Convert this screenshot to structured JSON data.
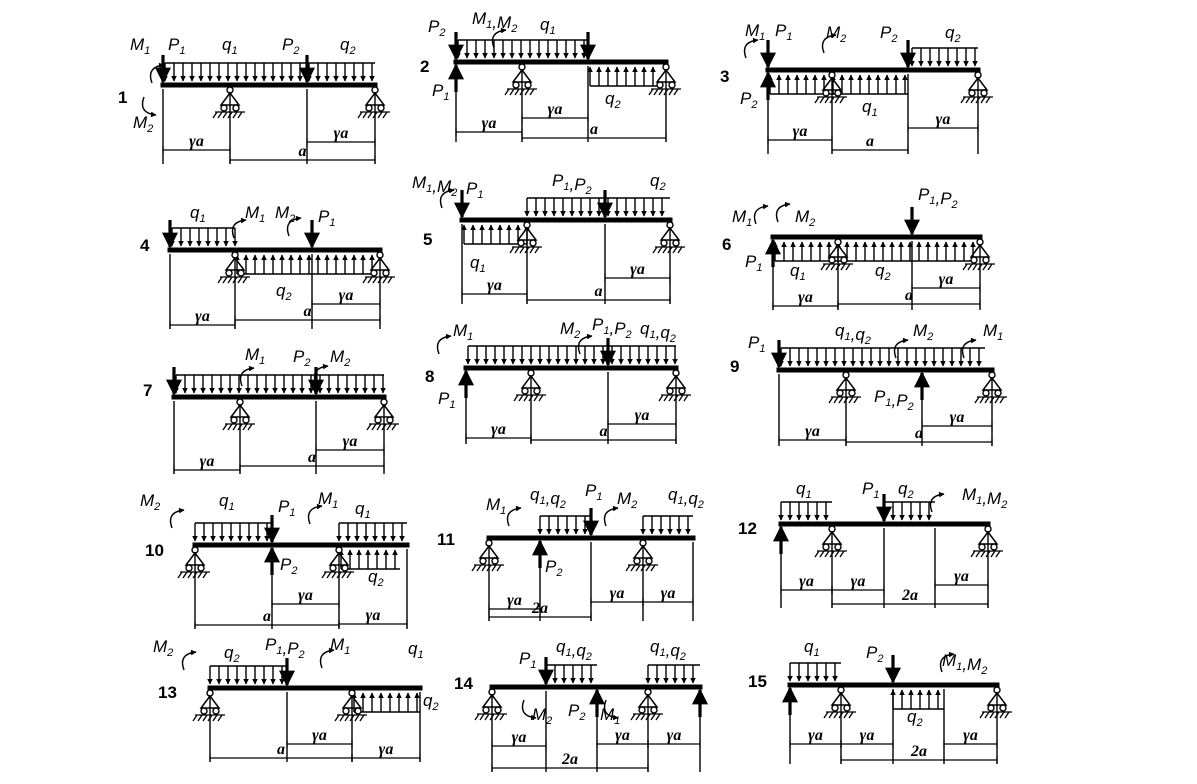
{
  "schemes": [
    {
      "number": "1",
      "loads_top": [
        "M1",
        "P1",
        "q1",
        "P2",
        "q2"
      ],
      "loads_bottom": [
        "M2"
      ],
      "spans": [
        "γa",
        "a",
        "γa"
      ]
    },
    {
      "number": "2",
      "loads_top": [
        "P2",
        "M1,M2",
        "q1"
      ],
      "loads_bottom": [
        "P1",
        "q2"
      ],
      "spans": [
        "γa",
        "γa",
        "a"
      ]
    },
    {
      "number": "3",
      "loads_top": [
        "M1",
        "P1",
        "M2",
        "P2",
        "q2"
      ],
      "loads_bottom": [
        "P2",
        "q1"
      ],
      "spans": [
        "γa",
        "a",
        "γa"
      ]
    },
    {
      "number": "4",
      "loads_top": [
        "q1",
        "M1",
        "M2",
        "P1"
      ],
      "loads_bottom": [
        "q2"
      ],
      "spans": [
        "γa",
        "a",
        "γa"
      ]
    },
    {
      "number": "5",
      "loads_top": [
        "M1,M2",
        "P1",
        "P1,P2",
        "q2"
      ],
      "loads_bottom": [
        "q1"
      ],
      "spans": [
        "γa",
        "a",
        "γa"
      ]
    },
    {
      "number": "6",
      "loads_top": [
        "M1",
        "M2",
        "P1,P2"
      ],
      "loads_bottom": [
        "P1",
        "q1",
        "q2"
      ],
      "spans": [
        "γa",
        "a",
        "γa"
      ]
    },
    {
      "number": "7",
      "loads_top": [
        "M1",
        "P2",
        "M2"
      ],
      "loads_bottom": [],
      "spans": [
        "γa",
        "a",
        "γa"
      ]
    },
    {
      "number": "8",
      "loads_top": [
        "M1",
        "M2",
        "P1,P2",
        "q1,q2"
      ],
      "loads_bottom": [
        "P1"
      ],
      "spans": [
        "γa",
        "a",
        "γa"
      ]
    },
    {
      "number": "9",
      "loads_top": [
        "P1",
        "q1,q2",
        "M2",
        "M1"
      ],
      "loads_bottom": [
        "P1,P2"
      ],
      "spans": [
        "γa",
        "a",
        "γa"
      ]
    },
    {
      "number": "10",
      "loads_top": [
        "M2",
        "q1",
        "P1",
        "M1",
        "q1"
      ],
      "loads_bottom": [
        "P2",
        "q2"
      ],
      "spans": [
        "a",
        "γa",
        "γa"
      ]
    },
    {
      "number": "11",
      "loads_top": [
        "M1",
        "q1,q2",
        "P1",
        "M2",
        "q1,q2"
      ],
      "loads_bottom": [
        "P2"
      ],
      "spans": [
        "γa",
        "2a",
        "γa",
        "γa"
      ]
    },
    {
      "number": "12",
      "loads_top": [
        "q1",
        "P1",
        "q2",
        "M1,M2"
      ],
      "loads_bottom": [],
      "spans": [
        "γa",
        "γa",
        "2a",
        "γa"
      ]
    },
    {
      "number": "13",
      "loads_top": [
        "M2",
        "q2",
        "P1,P2",
        "M1",
        "q1"
      ],
      "loads_bottom": [
        "q2"
      ],
      "spans": [
        "a",
        "γa",
        "γa"
      ]
    },
    {
      "number": "14",
      "loads_top": [
        "P1",
        "q1,q2",
        "q1,q2"
      ],
      "loads_bottom": [
        "M2",
        "P2",
        "M1"
      ],
      "spans": [
        "γa",
        "2a",
        "γa",
        "γa"
      ]
    },
    {
      "number": "15",
      "loads_top": [
        "q1",
        "P2",
        "M1,M2"
      ],
      "loads_bottom": [
        "q2"
      ],
      "spans": [
        "γa",
        "γa",
        "2a",
        "γa"
      ]
    }
  ]
}
